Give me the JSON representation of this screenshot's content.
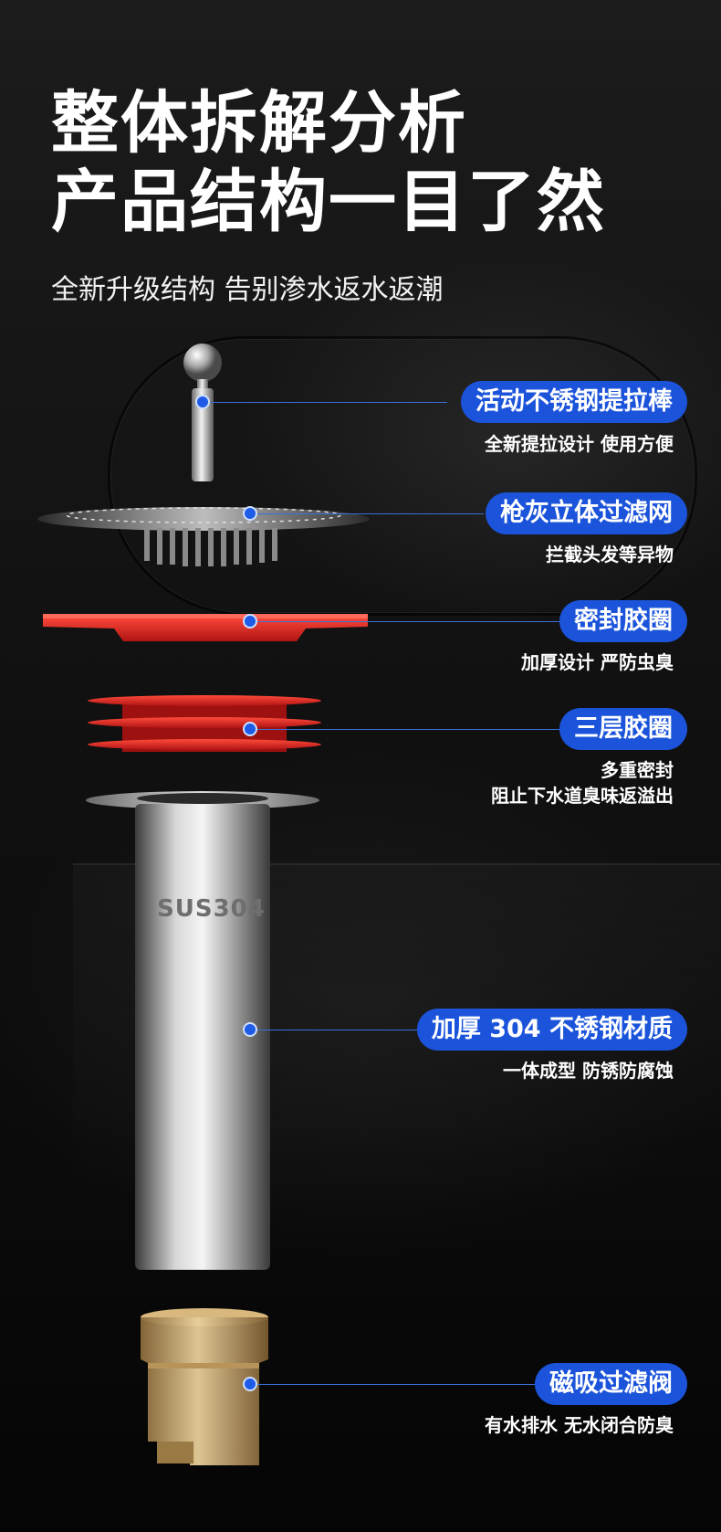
{
  "headline": {
    "line1": "整体拆解分析",
    "line2": "产品结构一目了然",
    "subtitle": "全新升级结构 告别渗水返水返潮"
  },
  "parts": [
    {
      "label": "活动不锈钢提拉棒",
      "desc": [
        "全新提拉设计 使用方便"
      ]
    },
    {
      "label": "枪灰立体过滤网",
      "desc": [
        "拦截头发等异物"
      ]
    },
    {
      "label": "密封胶圈",
      "desc": [
        "加厚设计 严防虫臭"
      ]
    },
    {
      "label": "三层胶圈",
      "desc": [
        "多重密封",
        "阻止下水道臭味返溢出"
      ]
    },
    {
      "label": "加厚 304 不锈钢材质",
      "desc": [
        "一体成型 防锈防腐蚀"
      ]
    },
    {
      "label": "磁吸过滤阀",
      "desc": [
        "有水排水 无水闭合防臭"
      ]
    }
  ],
  "body_marking": "SUS304",
  "colors": {
    "accent": "#1b54da",
    "gasket": "#d8201f",
    "steel": "#9a9a9a",
    "valve": "#c9a468"
  }
}
